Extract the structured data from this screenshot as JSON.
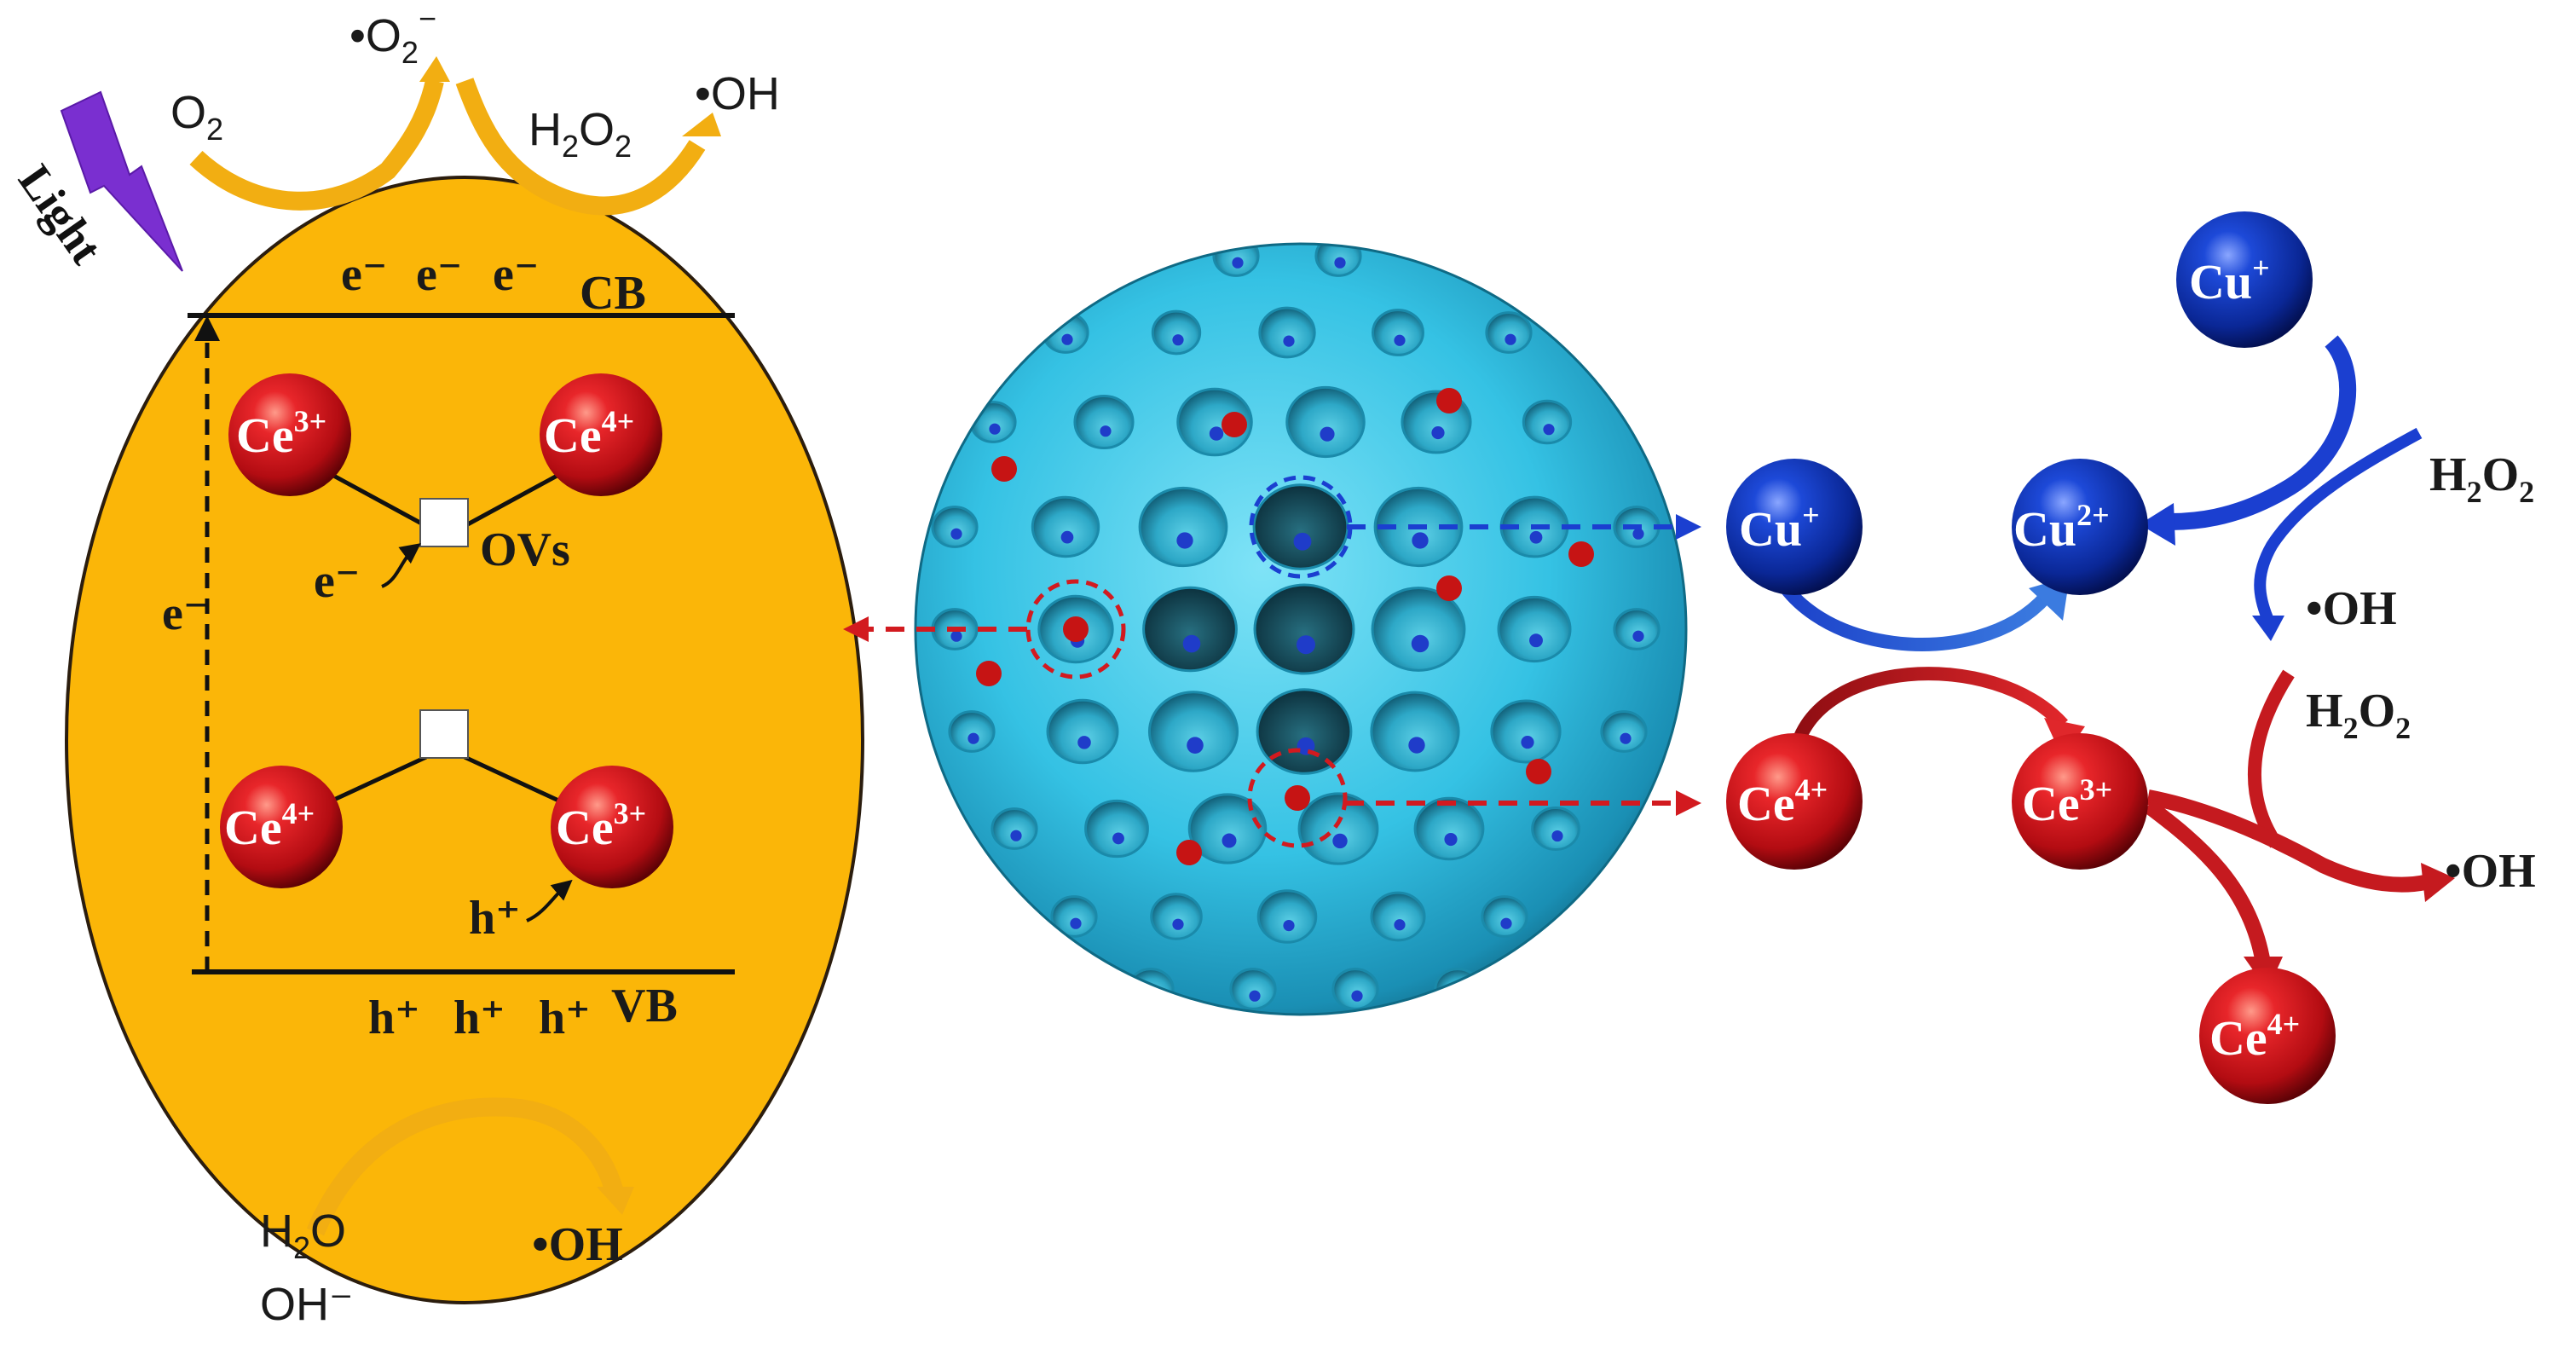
{
  "colors": {
    "band_fill": "#FBB608",
    "band_stroke": "#2b1d0e",
    "ce_red": "#C8101A",
    "cu_blue": "#0B2FA8",
    "sphere_cyan": "#35C6E6",
    "dot_red": "#C61414",
    "dot_blue": "#1F3CC9",
    "arrow_orange": "#F2AE12",
    "arrow_purple": "#8A2BE2"
  },
  "band_diagram": {
    "light": "Light",
    "top": {
      "o2": "O",
      "o2_sub": "2",
      "superoxide": "•O",
      "superoxide_sub": "2",
      "superoxide_sup": "−",
      "h2o2": "H",
      "h2o2_sub1": "2",
      "h2o2_o": "O",
      "h2o2_sub2": "2",
      "oh": "•OH"
    },
    "cb_electrons": [
      "e⁻",
      "e⁻",
      "e⁻"
    ],
    "cb_label": "CB",
    "vb_holes": [
      "h⁺",
      "h⁺",
      "h⁺"
    ],
    "vb_label": "VB",
    "excitation": "e⁻",
    "upper_left_ion": {
      "el": "Ce",
      "ch": "3+"
    },
    "upper_right_ion": {
      "el": "Ce",
      "ch": "4+"
    },
    "lower_left_ion": {
      "el": "Ce",
      "ch": "4+"
    },
    "lower_right_ion": {
      "el": "Ce",
      "ch": "3+"
    },
    "ovs_label": "OVs",
    "electron_in": "e⁻",
    "hole_in": "h⁺",
    "bottom": {
      "h2o": "H",
      "h2o_sub": "2",
      "h2o_o": "O",
      "oh_minus": "OH⁻",
      "oh": "•OH"
    }
  },
  "cycle": {
    "cu_left": {
      "el": "Cu",
      "ch": "+"
    },
    "cu_mid": {
      "el": "Cu",
      "ch": "2+"
    },
    "cu_top": {
      "el": "Cu",
      "ch": "+"
    },
    "ce_left": {
      "el": "Ce",
      "ch": "4+"
    },
    "ce_mid": {
      "el": "Ce",
      "ch": "3+"
    },
    "ce_bottom": {
      "el": "Ce",
      "ch": "4+"
    },
    "h2o2_upper": {
      "h": "H",
      "s1": "2",
      "o": "O",
      "s2": "2"
    },
    "h2o2_lower": {
      "h": "H",
      "s1": "2",
      "o": "O",
      "s2": "2"
    },
    "oh_upper": "•OH",
    "oh_right": "•OH"
  }
}
